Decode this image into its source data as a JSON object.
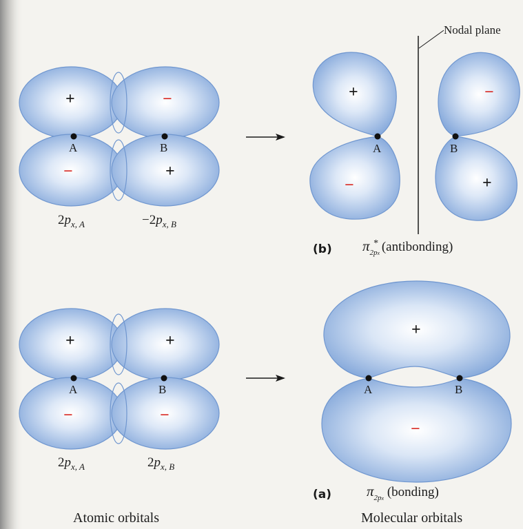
{
  "colors": {
    "lobe_edge": "#7fa4d9",
    "lobe_core": "#ffffff",
    "plus_sign": "#111111",
    "minus_sign": "#d9302a",
    "nucleus": "#111111",
    "arrow": "#1a1a1a",
    "background": "#f4f3ef"
  },
  "top_row": {
    "atomic": {
      "nucleus_a": "A",
      "nucleus_b": "B",
      "signs": {
        "a_upper": "+",
        "a_lower": "−",
        "b_upper": "−",
        "b_lower": "+"
      },
      "label_a": {
        "coef": "",
        "main": "2",
        "var": "p",
        "sub": "x, A"
      },
      "label_b": {
        "coef": "−",
        "main": "2",
        "var": "p",
        "sub": "x, B"
      }
    },
    "molecular": {
      "nodal_plane_label": "Nodal plane",
      "nucleus_a": "A",
      "nucleus_b": "B",
      "signs": {
        "left_upper": "+",
        "left_lower": "−",
        "right_upper": "−",
        "right_lower": "+"
      },
      "part_letter": "(b)",
      "orbital_symbol": "π",
      "orbital_sub": "2p",
      "orbital_sub_sub": "x",
      "orbital_star": "*",
      "orbital_type": "(antibonding)"
    }
  },
  "bottom_row": {
    "atomic": {
      "nucleus_a": "A",
      "nucleus_b": "B",
      "signs": {
        "a_upper": "+",
        "a_lower": "−",
        "b_upper": "+",
        "b_lower": "−"
      },
      "label_a": {
        "coef": "",
        "main": "2",
        "var": "p",
        "sub": "x, A"
      },
      "label_b": {
        "coef": "",
        "main": "2",
        "var": "p",
        "sub": "x, B"
      }
    },
    "molecular": {
      "nucleus_a": "A",
      "nucleus_b": "B",
      "signs": {
        "upper": "+",
        "lower": "−"
      },
      "part_letter": "(a)",
      "orbital_symbol": "π",
      "orbital_sub": "2p",
      "orbital_sub_sub": "x",
      "orbital_type": "(bonding)"
    }
  },
  "captions": {
    "left": "Atomic orbitals",
    "right": "Molecular orbitals"
  }
}
